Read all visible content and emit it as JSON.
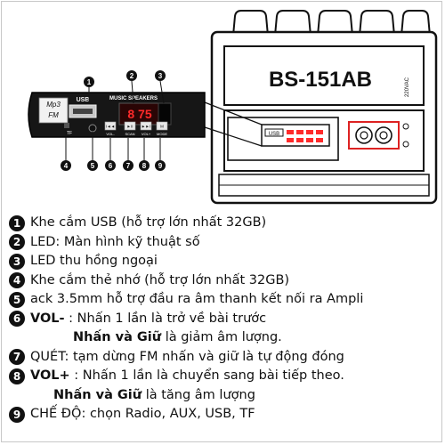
{
  "device": {
    "model_label": "BS-151AB",
    "voltage_label": "220VAC",
    "slot_label": "USB"
  },
  "module": {
    "logo_line1": "Mp3",
    "logo_line2": "FM",
    "usb_label": "USB",
    "title": "MUSIC SPEAKERS",
    "display_value": "8 75",
    "tf_label": "TF",
    "buttons": [
      "VOL-",
      "SCAN",
      "VOL+",
      "MODE"
    ],
    "button_caps": [
      "I◄◄",
      "►II",
      "►►I",
      "M"
    ]
  },
  "markers": [
    "1",
    "2",
    "3",
    "4",
    "5",
    "6",
    "7",
    "8",
    "9"
  ],
  "legend": [
    {
      "num": "1",
      "text": "Khe cắm USB (hỗ trợ lớn nhất 32GB)"
    },
    {
      "num": "2",
      "text": "LED: Màn hình kỹ thuật số"
    },
    {
      "num": "3",
      "text": "LED thu hồng ngoại"
    },
    {
      "num": "4",
      "text": "Khe cắm thẻ nhớ (hỗ trợ lớn nhất 32GB)"
    },
    {
      "num": "5",
      "text": "ack 3.5mm hỗ trợ đầu ra âm thanh kết nối ra Ampli"
    },
    {
      "num": "6",
      "bold": "VOL-",
      "text": " : Nhấn 1 lần là trở về bài trước"
    },
    {
      "indent_bold": "Nhấn và Giữ",
      "indent_text": " là giảm âm lượng."
    },
    {
      "num": "7",
      "text": "QUÉT: tạm dừng FM nhấn và giữ là tự động đóng"
    },
    {
      "num": "8",
      "bold": "VOL+",
      "text": " : Nhấn 1 lần là chuyển sang bài tiếp theo."
    },
    {
      "indent_bold": "Nhấn và Giữ",
      "indent_text": " là tăng âm lượng"
    },
    {
      "num": "9",
      "text": "CHẾ ĐỘ: chọn Radio, AUX, USB, TF"
    }
  ],
  "colors": {
    "led_segment": "#ff2a2a",
    "module_body": "#161616",
    "marker_fill": "#111111"
  }
}
